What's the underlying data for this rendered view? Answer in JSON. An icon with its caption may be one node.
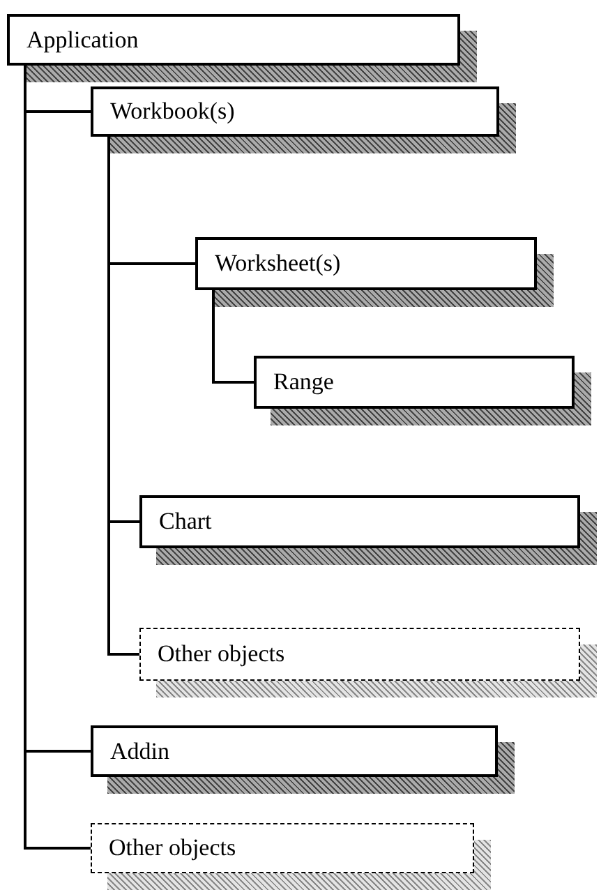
{
  "diagram": {
    "nodes": [
      {
        "text": [
          "Application"
        ]
      },
      {
        "text": [
          "Workbook(s)"
        ]
      },
      {
        "text": [
          "Worksheet(s)"
        ]
      },
      {
        "text": [
          "Range"
        ]
      },
      {
        "text": [
          "Chart"
        ]
      },
      {
        "text": [
          "Other objects"
        ]
      },
      {
        "text": [
          "Addin"
        ]
      },
      {
        "text": [
          "Other objects"
        ]
      }
    ],
    "edges": [
      {
        "from": 0,
        "to": 1,
        "arrow": "none"
      },
      {
        "from": 1,
        "to": 2,
        "arrow": "none"
      },
      {
        "from": 2,
        "to": 3,
        "arrow": "none"
      },
      {
        "from": 1,
        "to": 4,
        "arrow": "none"
      },
      {
        "from": 1,
        "to": 5,
        "arrow": "none"
      },
      {
        "from": 0,
        "to": 6,
        "arrow": "none"
      },
      {
        "from": 0,
        "to": 7,
        "arrow": "none"
      }
    ]
  }
}
